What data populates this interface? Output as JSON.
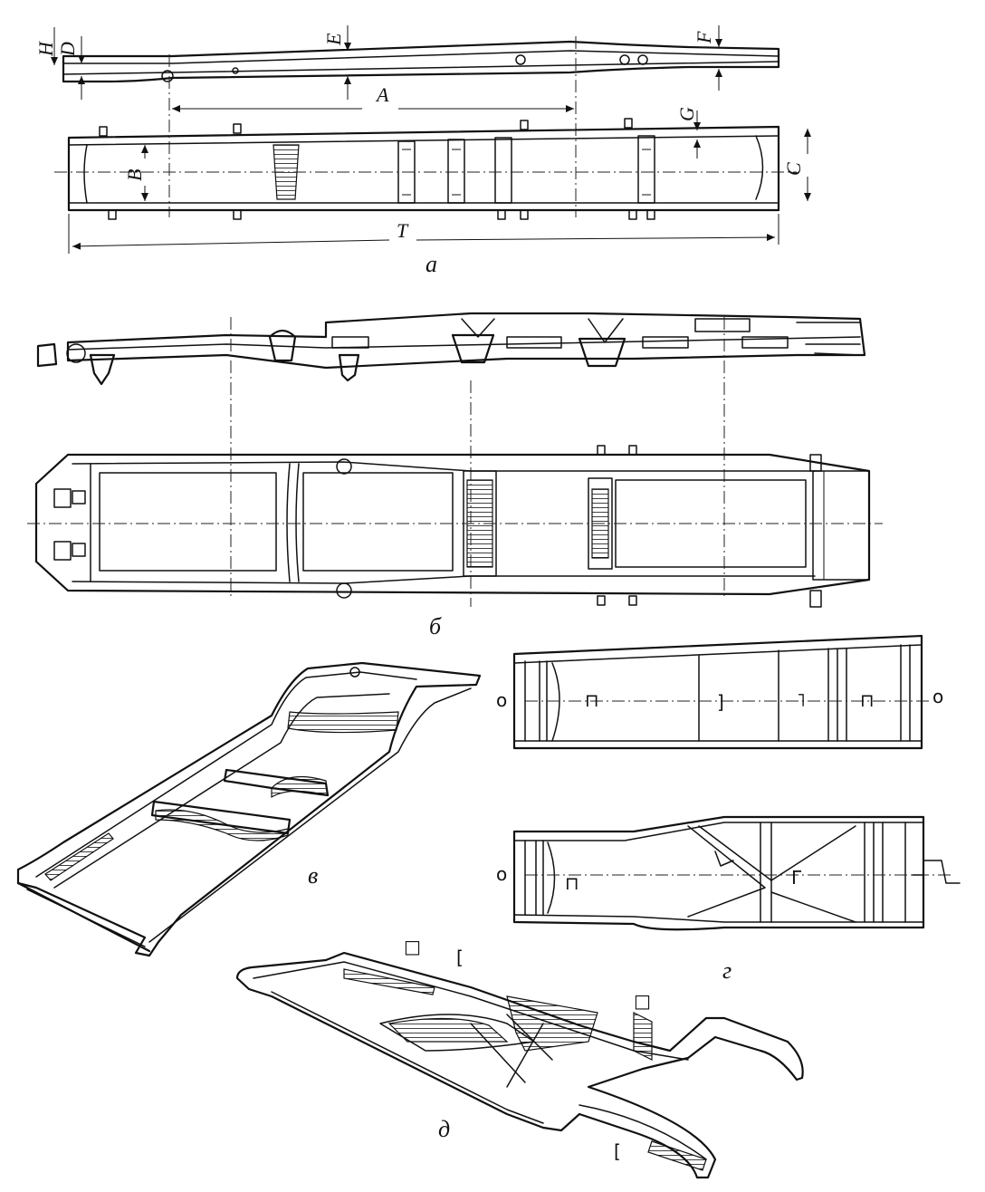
{
  "figure": {
    "panel_labels": {
      "a": "а",
      "b": "б",
      "v": "в",
      "g": "г",
      "d": "д"
    },
    "dimension_labels": {
      "H": "H",
      "D": "D",
      "E": "E",
      "F": "F",
      "A": "A",
      "G": "G",
      "B": "B",
      "C": "C",
      "T": "T"
    },
    "section_symbols": {
      "g_top_left_circle": "о",
      "g_top_right_circle": "о",
      "g_bottom_left_circle": "о",
      "g_top_hat": "⊓",
      "g_top_bracket": "]",
      "g_top_angle": "˥",
      "d_box_left": "□",
      "d_box_right": "□",
      "d_channel_top": "[",
      "d_channel_bottom": "["
    }
  }
}
